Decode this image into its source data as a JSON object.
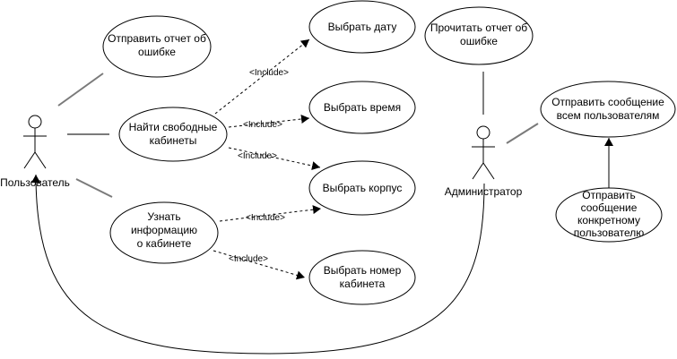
{
  "actors": {
    "user": "Пользователь",
    "admin": "Администратор"
  },
  "use_cases": {
    "report_error": [
      "Отправить отчет об",
      "ошибке"
    ],
    "find_rooms": [
      "Найти свободные",
      "кабинеты"
    ],
    "learn_room": [
      "Узнать",
      "информацию",
      "о кабинете"
    ],
    "choose_date": [
      "Выбрать дату"
    ],
    "choose_time": [
      "Выбрать время"
    ],
    "choose_building": [
      "Выбрать корпус"
    ],
    "choose_room_number": [
      "Выбрать номер",
      "кабинета"
    ],
    "read_report": [
      "Прочитать отчет об",
      "ошибке"
    ],
    "msg_all": [
      "Отправить сообщение",
      "всем пользователям"
    ],
    "msg_one": [
      "Отправить",
      "сообщение",
      "конкретному",
      "пользователю"
    ]
  },
  "include_label": "<Include>",
  "colors": {
    "line": "#000000",
    "association": "#7a7a7a",
    "background": "#ffffff"
  }
}
